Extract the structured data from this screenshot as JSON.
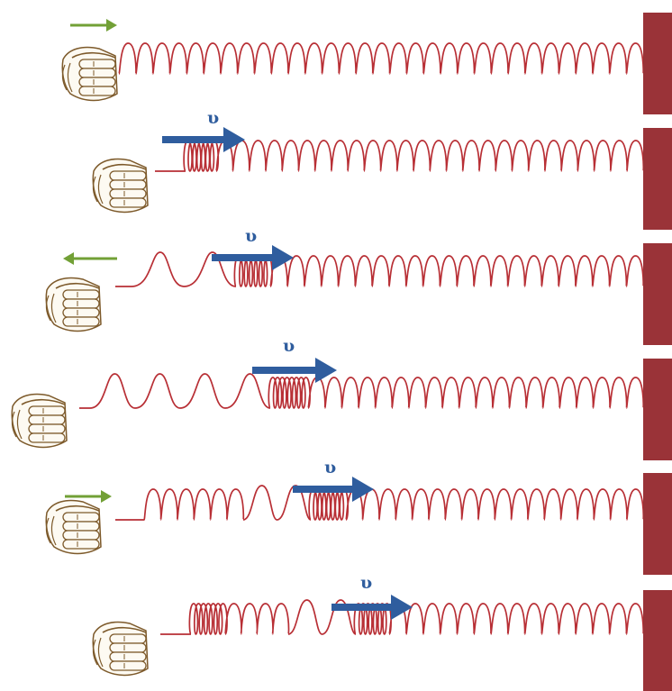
{
  "colors": {
    "spring": "#b82f35",
    "wall": "#9a3338",
    "velocity_arrow": "#2f5d9e",
    "hand_arrow": "#72a036",
    "hand_stroke": "#7d5a2b",
    "hand_fill": "#fdfaf2"
  },
  "icons": {
    "hand": "fist-hand-icon",
    "wall": "wall-block",
    "velocity": "right-arrow-icon",
    "hand_motion": "small-arrow-icon"
  },
  "rows": [
    {
      "hand_arrow": "right",
      "velocity_label": ""
    },
    {
      "hand_arrow": "",
      "velocity_label": "υ"
    },
    {
      "hand_arrow": "left",
      "velocity_label": "υ"
    },
    {
      "hand_arrow": "",
      "velocity_label": "υ"
    },
    {
      "hand_arrow": "right",
      "velocity_label": "υ"
    },
    {
      "hand_arrow": "",
      "velocity_label": "υ"
    }
  ]
}
